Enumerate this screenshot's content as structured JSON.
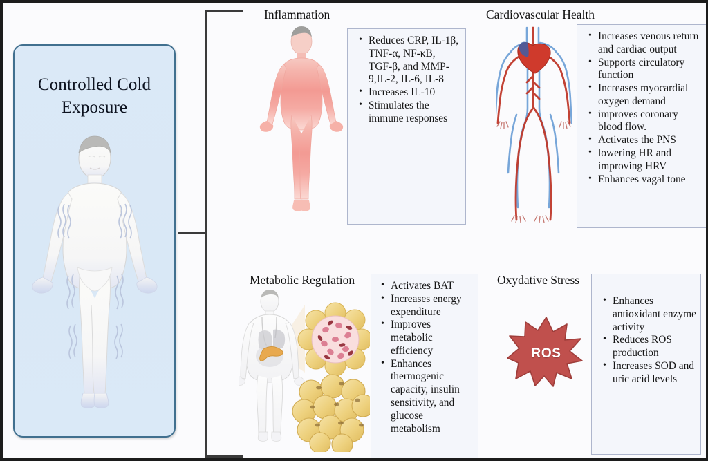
{
  "source": {
    "title": "Controlled Cold Exposure",
    "figure_icon": "shivering-person-figure",
    "panel_color": "#dbe9f7",
    "border_color": "#41708f"
  },
  "sections": [
    {
      "id": "inflammation",
      "title": "Inflammation",
      "figure_icon": "inflamed-human-body-figure",
      "figure_color": "#f08d86",
      "bullets": [
        "Reduces CRP, IL-1β, TNF-α, NF-κB, TGF-β, and MMP-9,IL-2, IL-6, IL-8",
        "Increases IL-10",
        "Stimulates the immune responses"
      ]
    },
    {
      "id": "cardiovascular",
      "title": "Cardiovascular Health",
      "figure_icon": "circulatory-system-figure",
      "figure_color": "#c0392b",
      "bullets": [
        "Increases venous return and cardiac output",
        " Supports circulatory function",
        "Increases myocardial oxygen demand",
        "improves coronary blood flow.",
        "Activates the PNS",
        "lowering HR and improving HRV",
        "Enhances vagal tone"
      ]
    },
    {
      "id": "metabolic",
      "title": "Metabolic Regulation",
      "figure_icon": "adipose-tissue-body-figure",
      "figure_color": "#e8c86a",
      "bullets": [
        "Activates BAT",
        "Increases energy expenditure",
        " Improves metabolic efficiency",
        "Enhances thermogenic capacity, insulin sensitivity, and glucose metabolism"
      ]
    },
    {
      "id": "oxidative",
      "title": "Oxydative Stress",
      "figure_icon": "ros-burst-icon",
      "figure_label": "ROS",
      "figure_color": "#c0504d",
      "bullets": [
        "Enhances antioxidant enzyme activity",
        "Reduces ROS production",
        "Increases SOD and uric acid levels"
      ]
    }
  ],
  "connector": {
    "name": "bracket-connector",
    "color": "#3a3a3a"
  },
  "frame": {
    "border_color": "#1c1c1c",
    "background": "#fbfbfd"
  }
}
